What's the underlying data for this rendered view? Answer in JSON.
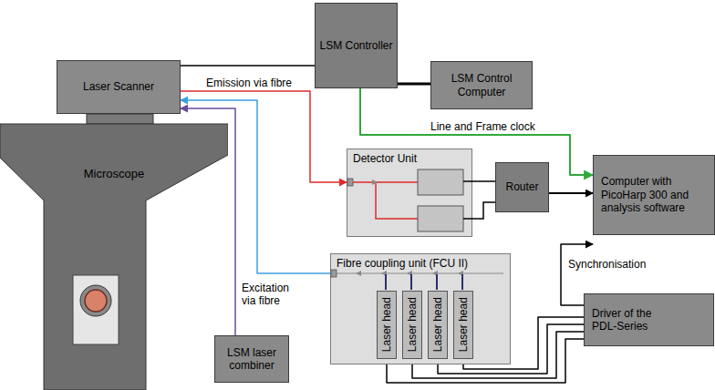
{
  "diagram": {
    "nodes": [
      {
        "text": [
          "Laser Scanner"
        ]
      },
      {
        "text": [
          "LSM Controller"
        ]
      },
      {
        "text": [
          "LSM Control Computer"
        ]
      },
      {
        "text": [
          "Microscope"
        ]
      },
      {
        "text": [
          "Detector Unit"
        ]
      },
      {
        "text": [
          "Router"
        ]
      },
      {
        "text": [
          "Computer with PicoHarp 300 and analysis software"
        ]
      },
      {
        "text": [
          "Fibre coupling unit (FCU II)"
        ]
      },
      {
        "text": [
          "Laser head"
        ],
        "in": 7
      },
      {
        "text": [
          "Laser head"
        ],
        "in": 7
      },
      {
        "text": [
          "Laser head"
        ],
        "in": 7
      },
      {
        "text": [
          "Laser head"
        ],
        "in": 7
      },
      {
        "text": [
          "Driver of the PDL-Series"
        ]
      },
      {
        "text": [
          "LSM laser combiner"
        ]
      }
    ],
    "edges": [
      {
        "from": 0,
        "to": 1,
        "arrow": "none"
      },
      {
        "from": 1,
        "to": 2,
        "arrow": "none"
      },
      {
        "from": 1,
        "to": 6,
        "label": "Line and Frame clock",
        "arrow": "to"
      },
      {
        "from": 0,
        "to": 4,
        "label": "Emission via fibre",
        "arrow": "to"
      },
      {
        "from": 7,
        "to": 0,
        "arrow": "to"
      },
      {
        "from": 13,
        "to": 0,
        "arrow": "to"
      },
      {
        "from": 4,
        "to": 5,
        "arrow": "none"
      },
      {
        "from": 5,
        "to": 6,
        "arrow": "to"
      },
      {
        "from": 12,
        "to": 6,
        "label": "Synchronisation",
        "arrow": "to"
      },
      {
        "from": 8,
        "to": 12,
        "arrow": "none"
      },
      {
        "from": 9,
        "to": 12,
        "arrow": "none"
      },
      {
        "from": 10,
        "to": 12,
        "arrow": "none"
      },
      {
        "from": 11,
        "to": 12,
        "arrow": "none"
      }
    ],
    "labels": [
      "Excitation via fibre"
    ]
  }
}
